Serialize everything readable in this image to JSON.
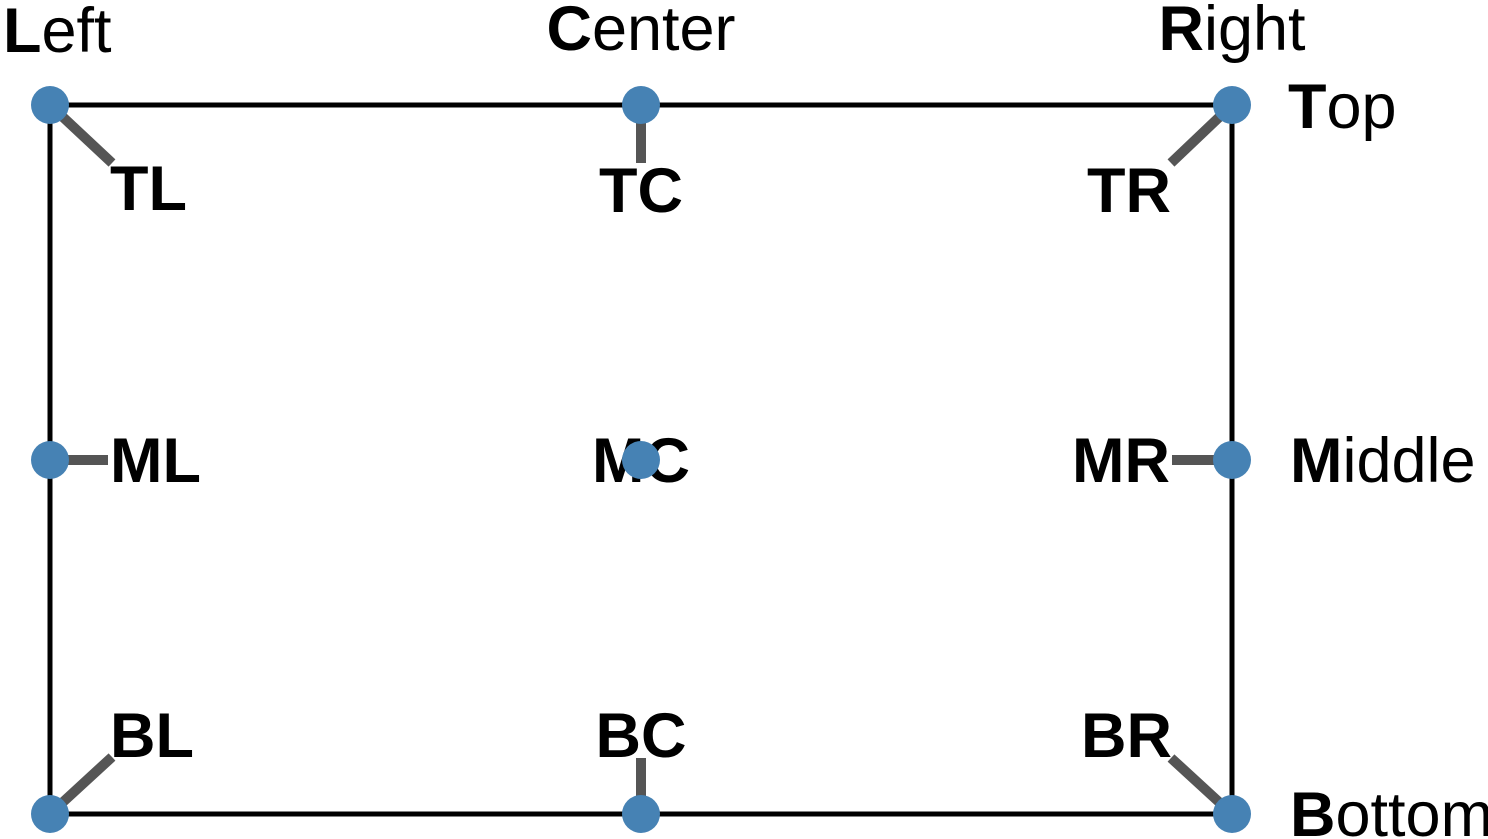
{
  "colors": {
    "point": "#4682B4",
    "connector": "#555555",
    "outline": "#000000",
    "text": "#000000"
  },
  "edge_labels": {
    "left": {
      "initial": "L",
      "rest": "eft"
    },
    "center": {
      "initial": "C",
      "rest": "enter"
    },
    "right": {
      "initial": "R",
      "rest": "ight"
    },
    "top": {
      "initial": "T",
      "rest": "op"
    },
    "middle": {
      "initial": "M",
      "rest": "iddle"
    },
    "bottom": {
      "initial": "B",
      "rest": "ottom"
    }
  },
  "anchors": {
    "tl": {
      "label": "TL"
    },
    "tc": {
      "label": "TC"
    },
    "tr": {
      "label": "TR"
    },
    "ml": {
      "label": "ML"
    },
    "mc": {
      "label": "MC"
    },
    "mr": {
      "label": "MR"
    },
    "bl": {
      "label": "BL"
    },
    "bc": {
      "label": "BC"
    },
    "br": {
      "label": "BR"
    }
  }
}
